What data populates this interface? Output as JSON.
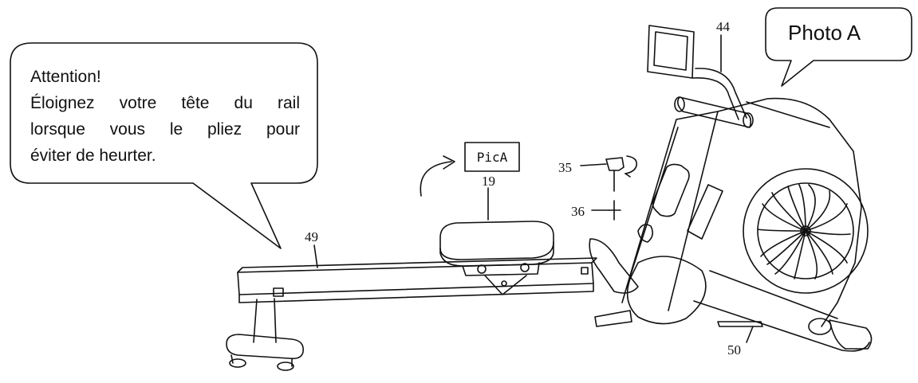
{
  "callout": {
    "line1": "Attention!",
    "line2": "Éloignez votre tête du rail",
    "line3": "lorsque vous le pliez pour",
    "line4": "éviter de heurter."
  },
  "photo_label": "Photo A",
  "pic_label": "PicA",
  "part_numbers": {
    "p44": "44",
    "p35": "35",
    "p19": "19",
    "p36": "36",
    "p49": "49",
    "p50": "50"
  }
}
